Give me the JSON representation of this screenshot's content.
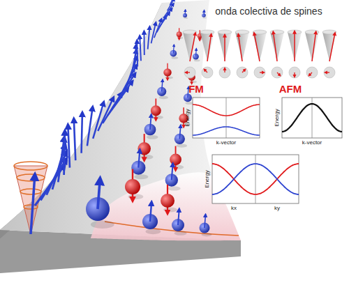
{
  "diagram": {
    "title": "onda colectiva de spines",
    "labels": [
      "FM",
      "AFM",
      "Energy",
      "k-vector",
      "Energy",
      "k-vector",
      "Energy",
      "kx",
      "ky"
    ]
  }
}
